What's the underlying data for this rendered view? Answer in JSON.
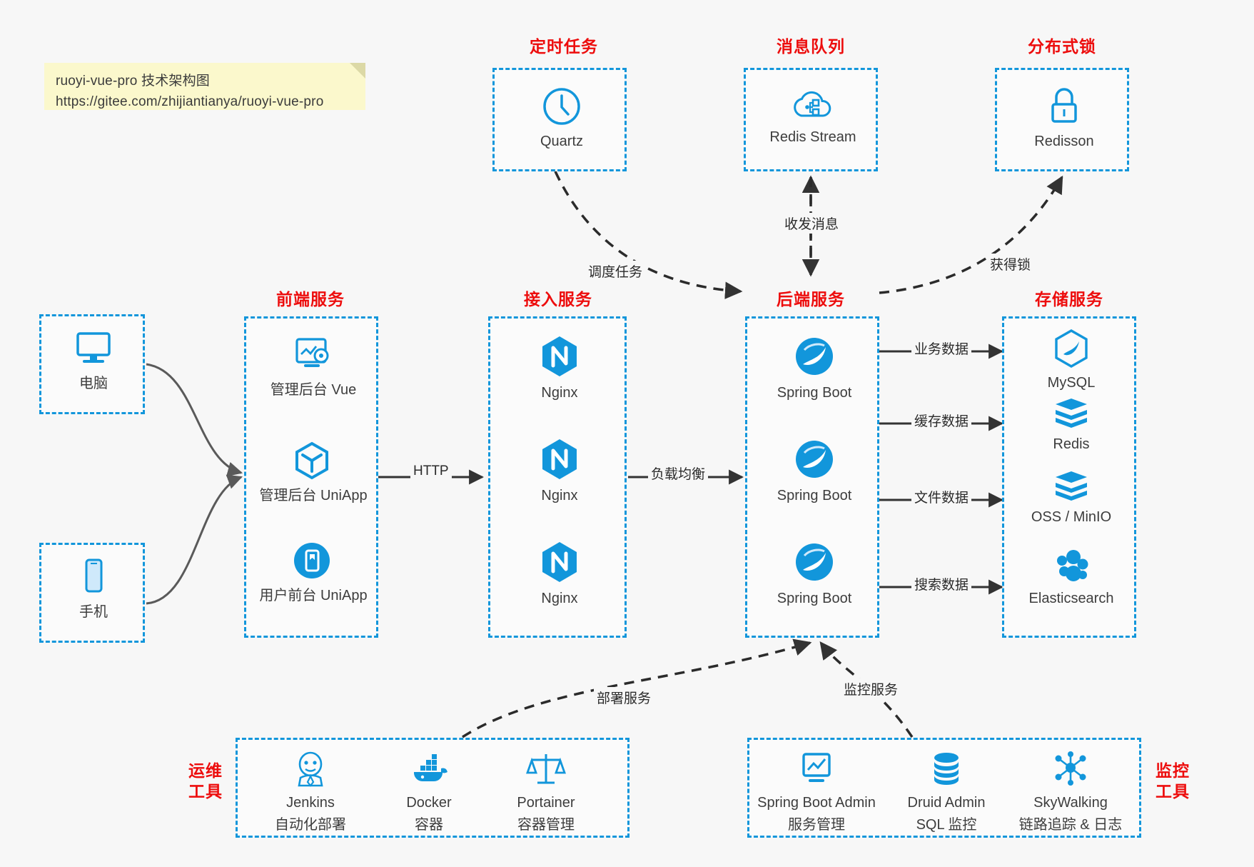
{
  "note": {
    "line1": "ruoyi-vue-pro 技术架构图",
    "line2": "https://gitee.com/zhijiantianya/ruoyi-vue-pro"
  },
  "colors": {
    "accent_blue": "#1296db",
    "title_red": "#ed0d0d",
    "canvas": "#f7f7f7",
    "note_yellow": "#fbf8cc",
    "text_dark": "#3d3d3d",
    "arrow_dark": "#333333",
    "arrow_gray": "#5a5a5a"
  },
  "groups": {
    "scheduled_task": {
      "title": "定时任务",
      "nodes": [
        {
          "label": "Quartz",
          "icon": "clock-icon"
        }
      ]
    },
    "message_queue": {
      "title": "消息队列",
      "nodes": [
        {
          "label": "Redis Stream",
          "icon": "cloud-stream-icon"
        }
      ]
    },
    "distributed_lock": {
      "title": "分布式锁",
      "nodes": [
        {
          "label": "Redisson",
          "icon": "lock-icon"
        }
      ]
    },
    "clients": {
      "nodes": [
        {
          "label": "电脑",
          "icon": "desktop-monitor-icon"
        },
        {
          "label": "手机",
          "icon": "mobile-phone-icon"
        }
      ]
    },
    "frontend": {
      "title": "前端服务",
      "nodes": [
        {
          "label": "管理后台 Vue",
          "icon": "dashboard-gear-icon"
        },
        {
          "label": "管理后台 UniApp",
          "icon": "hexagon-cube-icon"
        },
        {
          "label": "用户前台 UniApp",
          "icon": "mobile-app-icon"
        }
      ]
    },
    "gateway": {
      "title": "接入服务",
      "nodes": [
        {
          "label": "Nginx",
          "icon": "nginx-icon"
        },
        {
          "label": "Nginx",
          "icon": "nginx-icon"
        },
        {
          "label": "Nginx",
          "icon": "nginx-icon"
        }
      ]
    },
    "backend": {
      "title": "后端服务",
      "nodes": [
        {
          "label": "Spring Boot",
          "icon": "spring-boot-icon"
        },
        {
          "label": "Spring Boot",
          "icon": "spring-boot-icon"
        },
        {
          "label": "Spring Boot",
          "icon": "spring-boot-icon"
        }
      ]
    },
    "storage": {
      "title": "存储服务",
      "nodes": [
        {
          "label": "MySQL",
          "icon": "mysql-dolphin-icon"
        },
        {
          "label": "Redis",
          "icon": "redis-stack-icon"
        },
        {
          "label": "OSS / MinIO",
          "icon": "redis-stack-icon"
        },
        {
          "label": "Elasticsearch",
          "icon": "elasticsearch-icon"
        }
      ]
    },
    "devops": {
      "title_l1": "运维",
      "title_l2": "工具",
      "nodes": [
        {
          "label": "Jenkins",
          "sublabel": "自动化部署",
          "icon": "jenkins-butler-icon"
        },
        {
          "label": "Docker",
          "sublabel": "容器",
          "icon": "docker-whale-icon"
        },
        {
          "label": "Portainer",
          "sublabel": "容器管理",
          "icon": "scales-balance-icon"
        }
      ]
    },
    "monitoring": {
      "title_l1": "监控",
      "title_l2": "工具",
      "nodes": [
        {
          "label": "Spring Boot Admin",
          "sublabel": "服务管理",
          "icon": "monitor-chart-icon"
        },
        {
          "label": "Druid Admin",
          "sublabel": "SQL 监控",
          "icon": "database-icon"
        },
        {
          "label": "SkyWalking",
          "sublabel": "链路追踪 & 日志",
          "icon": "skywalking-nodes-icon"
        }
      ]
    }
  },
  "edges": [
    {
      "id": "schedule",
      "label": "调度任务"
    },
    {
      "id": "mq",
      "label": "收发消息"
    },
    {
      "id": "lock",
      "label": "获得锁"
    },
    {
      "id": "http",
      "label": "HTTP"
    },
    {
      "id": "lb",
      "label": "负载均衡"
    },
    {
      "id": "biz-data",
      "label": "业务数据"
    },
    {
      "id": "cache-data",
      "label": "缓存数据"
    },
    {
      "id": "file-data",
      "label": "文件数据"
    },
    {
      "id": "search-data",
      "label": "搜索数据"
    },
    {
      "id": "deploy",
      "label": "部署服务"
    },
    {
      "id": "monitor",
      "label": "监控服务"
    }
  ]
}
